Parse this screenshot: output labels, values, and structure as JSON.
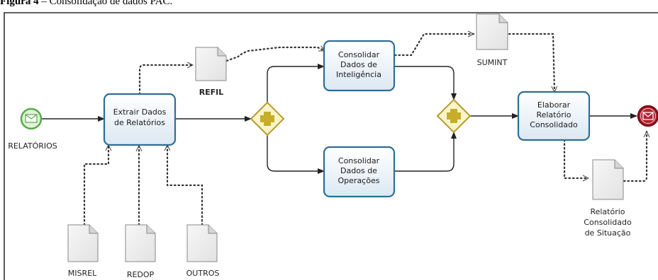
{
  "figure": {
    "label": "Figura 4",
    "separator": " – ",
    "title": "Consolidação de dados PAC."
  },
  "colors": {
    "task_border": "#2e6e96",
    "task_fill_top": "#ffffff",
    "task_fill_bottom": "#dce8f3",
    "gateway_stroke": "#b59b2f",
    "gateway_fill": "#faf5c8",
    "gateway_plus": "#c6ad2c",
    "start_event": "#5aa84a",
    "end_event": "#b01e2a",
    "flow_line": "#222222"
  },
  "events": {
    "start_label": "RELATÓRIOS",
    "start_icon": "envelope-icon",
    "end_icon": "envelope-icon"
  },
  "tasks": {
    "extrair": [
      "Extrair Dados",
      "de Relatórios"
    ],
    "inteligencia": [
      "Consolidar",
      "Dados de",
      "Inteligência"
    ],
    "operacoes": [
      "Consolidar",
      "Dados de",
      "Operações"
    ],
    "elaborar": [
      "Elaborar",
      "Relatório",
      "Consolidado"
    ]
  },
  "documents": {
    "refil": "REFIL",
    "sumint": "SUMINT",
    "misrel": "MISREL",
    "redop": "REDOP",
    "outros": "OUTROS",
    "relatorio": [
      "Relatório",
      "Consolidado",
      "de Situação"
    ]
  }
}
